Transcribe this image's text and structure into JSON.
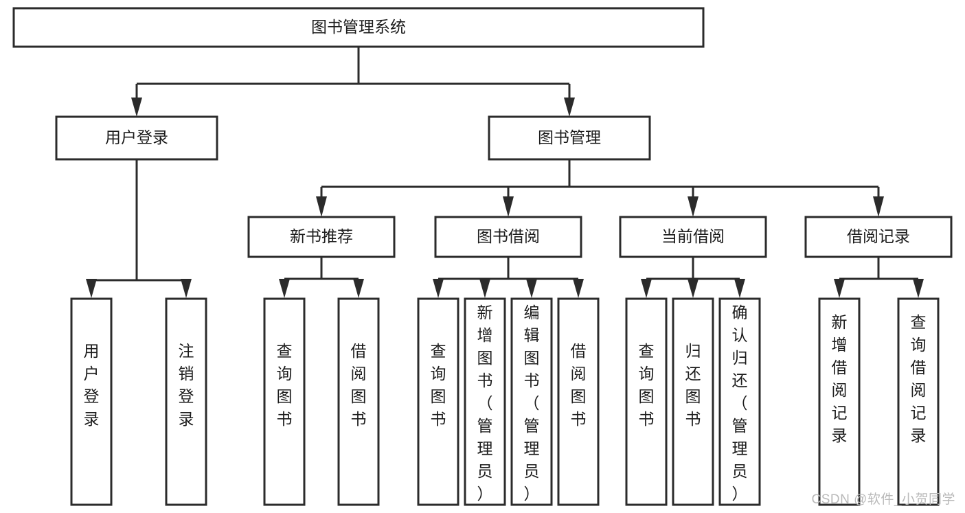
{
  "diagram": {
    "type": "tree",
    "title": "图书管理系统",
    "orientation": "top-down",
    "root": {
      "id": "root",
      "label": "图书管理系统"
    },
    "level1": [
      {
        "id": "user-login",
        "label": "用户登录"
      },
      {
        "id": "book-manage",
        "label": "图书管理"
      }
    ],
    "level2": [
      {
        "id": "new-book-recommend",
        "label": "新书推荐",
        "parent": "book-manage"
      },
      {
        "id": "book-borrow",
        "label": "图书借阅",
        "parent": "book-manage"
      },
      {
        "id": "current-borrow",
        "label": "当前借阅",
        "parent": "book-manage"
      },
      {
        "id": "borrow-record",
        "label": "借阅记录",
        "parent": "book-manage"
      }
    ],
    "leaves": [
      {
        "id": "leaf-user-login",
        "label": "用户登录",
        "parent": "user-login"
      },
      {
        "id": "leaf-logout",
        "label": "注销登录",
        "parent": "user-login"
      },
      {
        "id": "leaf-query-book-1",
        "label": "查询图书",
        "parent": "new-book-recommend"
      },
      {
        "id": "leaf-borrow-book-1",
        "label": "借阅图书",
        "parent": "new-book-recommend"
      },
      {
        "id": "leaf-query-book-2",
        "label": "查询图书",
        "parent": "book-borrow"
      },
      {
        "id": "leaf-add-book",
        "label": "新增图书（管理员）",
        "parent": "book-borrow"
      },
      {
        "id": "leaf-edit-book",
        "label": "编辑图书（管理员）",
        "parent": "book-borrow"
      },
      {
        "id": "leaf-borrow-book-2",
        "label": "借阅图书",
        "parent": "book-borrow"
      },
      {
        "id": "leaf-query-book-3",
        "label": "查询图书",
        "parent": "current-borrow"
      },
      {
        "id": "leaf-return-book",
        "label": "归还图书",
        "parent": "current-borrow"
      },
      {
        "id": "leaf-confirm-return",
        "label": "确认归还（管理员）",
        "parent": "current-borrow"
      },
      {
        "id": "leaf-add-record",
        "label": "新增借阅记录",
        "parent": "borrow-record"
      },
      {
        "id": "leaf-query-record",
        "label": "查询借阅记录",
        "parent": "borrow-record"
      }
    ],
    "colors": {
      "stroke": "#2b2b2b",
      "fill": "#ffffff",
      "text": "#1c1c1c",
      "watermark": "#b9b9b9",
      "background": "#ffffff"
    }
  },
  "watermark": {
    "text": "CSDN @软件_小贺同学"
  }
}
